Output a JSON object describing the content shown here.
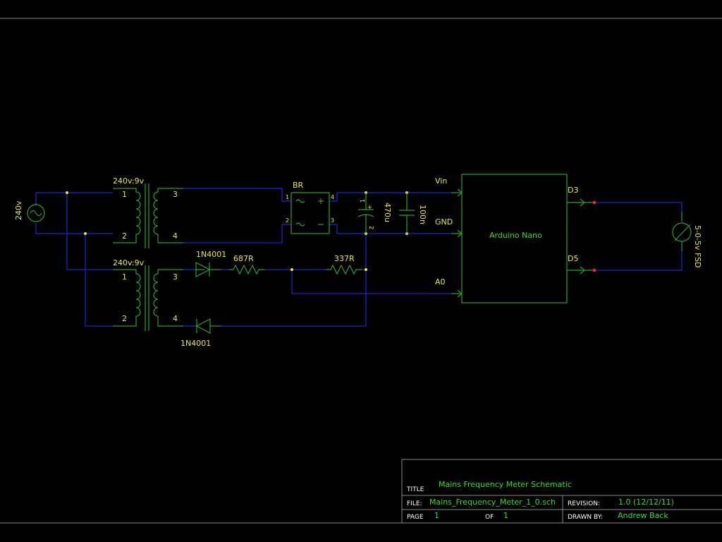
{
  "components": {
    "source": {
      "label": "240v"
    },
    "transformer1": {
      "label": "240v:9v",
      "pins": [
        "1",
        "2",
        "3",
        "4"
      ]
    },
    "transformer2": {
      "label": "240v:9v",
      "pins": [
        "1",
        "2",
        "3",
        "4"
      ]
    },
    "bridge": {
      "label": "BR",
      "pins": [
        "1",
        "2",
        "4",
        "3"
      ]
    },
    "cap_electrolytic": {
      "label": "470u",
      "pins": [
        "1",
        "+",
        "2"
      ]
    },
    "cap_ceramic": {
      "label": "100n"
    },
    "diode_top": {
      "label": "1N4001"
    },
    "diode_bottom": {
      "label": "1N4001"
    },
    "resistor1": {
      "label": "687R"
    },
    "resistor2": {
      "label": "337R"
    },
    "arduino": {
      "label": "Arduino Nano",
      "pins": {
        "vin": "Vin",
        "gnd": "GND",
        "a0": "A0",
        "d3": "D3",
        "d5": "D5"
      }
    },
    "meter": {
      "label": "5-0-5v FSD"
    }
  },
  "title_block": {
    "title_caption": "TITLE",
    "title": "Mains Frequency Meter Schematic",
    "file_caption": "FILE:",
    "file": "Mains_Frequency_Meter_1_0.sch",
    "revision_caption": "REVISION:",
    "revision": "1.0 (12/12/11)",
    "page_caption": "PAGE",
    "page": "1",
    "of_caption": "OF",
    "of": "1",
    "drawn_by_caption": "DRAWN BY:",
    "drawn_by": "Andrew Back"
  },
  "colors": {
    "background": "#000000",
    "wire": "#2b2bff",
    "component": "#2fa02f",
    "label": "#e8e84a",
    "title_text": "#33dd33",
    "junction": "#e8e84a",
    "no_connect": "#ff2020"
  }
}
